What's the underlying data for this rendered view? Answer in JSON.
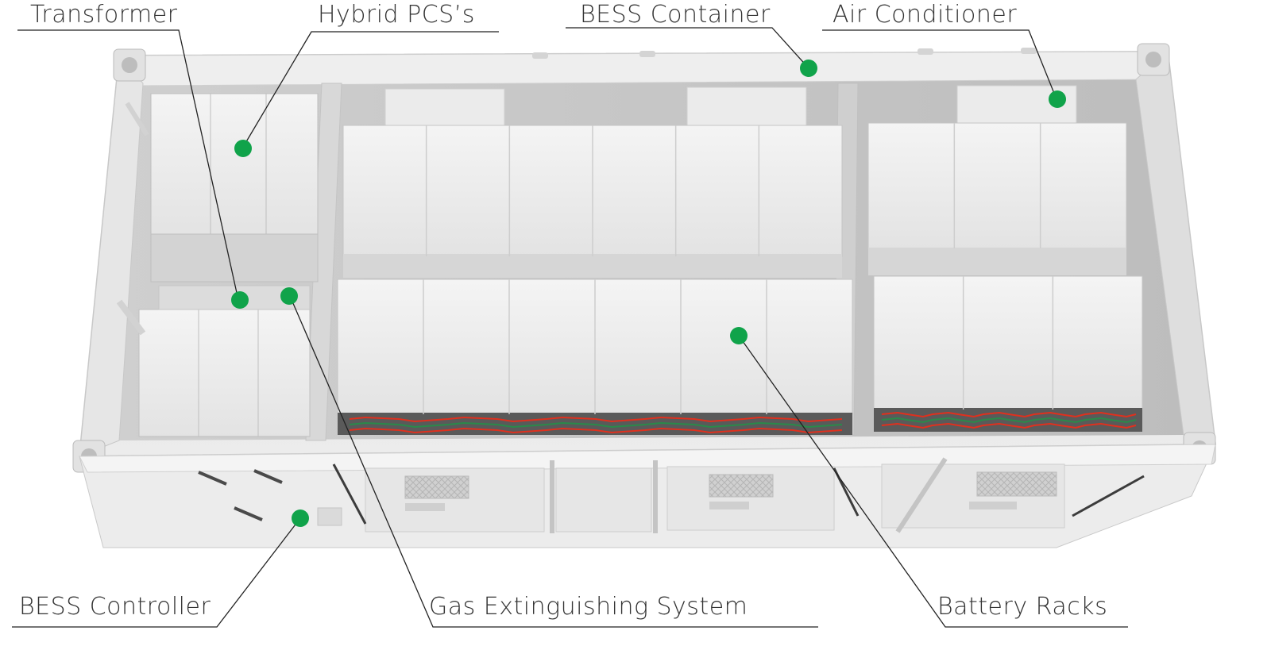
{
  "colors": {
    "marker": "#10a34a",
    "leader": "#222222",
    "label": "#333333",
    "container": "#e4e4e4",
    "module": "#f0f0f0",
    "cable": "#e0301e"
  },
  "labels": {
    "transformer": "Transformer",
    "hybrid_pcs": "Hybrid PCS’s",
    "bess_container": "BESS Container",
    "air_conditioner": "Air Conditioner",
    "bess_controller": "BESS Controller",
    "gas_extinguishing": "Gas Extinguishing System",
    "battery_racks": "Battery Racks"
  }
}
